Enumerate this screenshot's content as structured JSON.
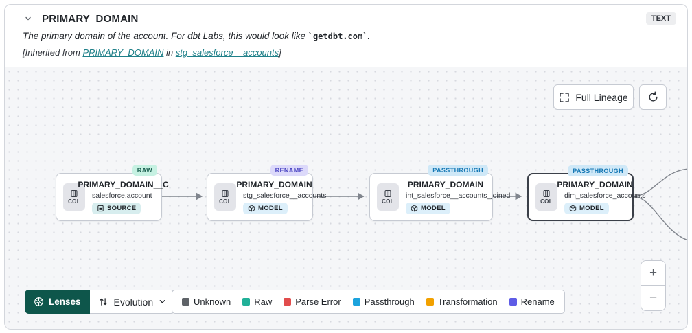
{
  "header": {
    "title": "PRIMARY_DOMAIN",
    "type_badge": "TEXT",
    "description_prefix": "The primary domain of the account. For dbt Labs, this would look like ",
    "description_code": "`getdbt.com`",
    "description_suffix": ".",
    "inherited_prefix": "[Inherited from ",
    "inherited_link_column": "PRIMARY_DOMAIN",
    "inherited_middle": " in ",
    "inherited_link_model": "stg_salesforce__accounts",
    "inherited_suffix": "]"
  },
  "canvas": {
    "full_lineage_label": "Full Lineage",
    "nodes": [
      {
        "badge": "RAW",
        "title": "PRIMARY_DOMAIN__C",
        "subtitle": "salesforce.account",
        "resource": "SOURCE",
        "col_label": "COL",
        "selected": false
      },
      {
        "badge": "RENAME",
        "title": "PRIMARY_DOMAIN",
        "subtitle": "stg_salesforce__accounts",
        "resource": "MODEL",
        "col_label": "COL",
        "selected": false
      },
      {
        "badge": "PASSTHROUGH",
        "title": "PRIMARY_DOMAIN",
        "subtitle": "int_salesforce__accounts_joined",
        "resource": "MODEL",
        "col_label": "COL",
        "selected": false
      },
      {
        "badge": "PASSTHROUGH",
        "title": "PRIMARY_DOMAIN",
        "subtitle": "dim_salesforce_accounts",
        "resource": "MODEL",
        "col_label": "COL",
        "selected": true
      }
    ],
    "lenses_label": "Lenses",
    "evolution_label": "Evolution",
    "legend": [
      {
        "label": "Unknown",
        "color": "#5f6368"
      },
      {
        "label": "Raw",
        "color": "#21b098"
      },
      {
        "label": "Parse Error",
        "color": "#e14c4c"
      },
      {
        "label": "Passthrough",
        "color": "#1ca3dd"
      },
      {
        "label": "Transformation",
        "color": "#f2a100"
      },
      {
        "label": "Rename",
        "color": "#5e5ce6"
      }
    ],
    "zoom_in_label": "+",
    "zoom_out_label": "−"
  },
  "icons": {
    "header_chevron": "chevron-down-icon",
    "full_lineage": "expand-icon",
    "refresh": "refresh-icon",
    "column_chip": "column-icon",
    "source_tag": "source-icon",
    "model_tag": "cube-icon",
    "lenses": "aperture-icon",
    "evolution": "arrows-up-down-icon",
    "dropdown": "chevron-down-icon"
  }
}
